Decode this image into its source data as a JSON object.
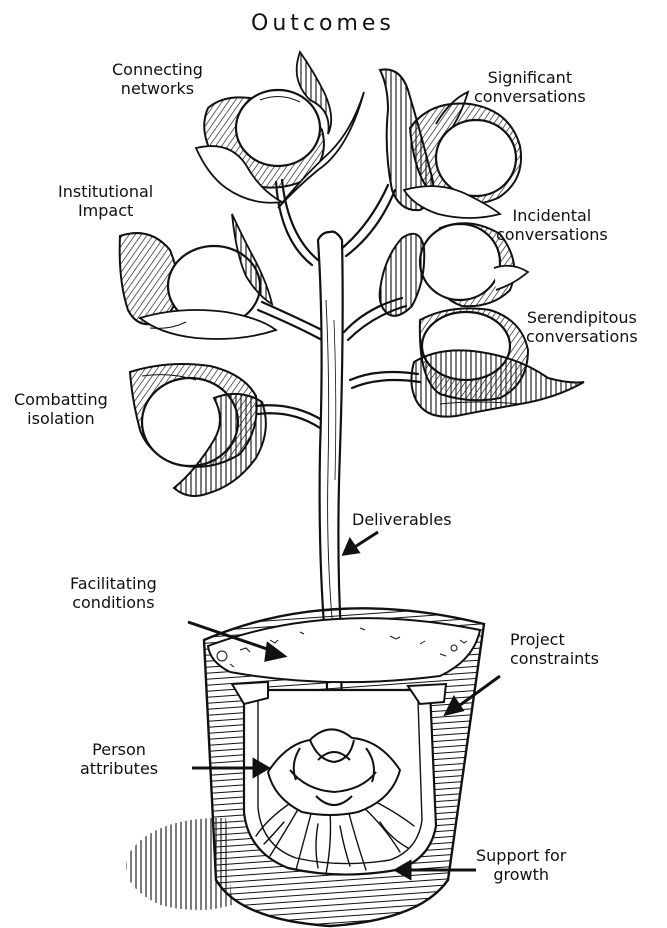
{
  "title": "Outcomes",
  "outcomes": {
    "connecting": [
      "Connecting",
      "networks"
    ],
    "significant": [
      "Significant",
      "conversations"
    ],
    "institutional": [
      "Institutional",
      "Impact"
    ],
    "incidental": [
      "Incidental",
      "conversations"
    ],
    "serendipitous": [
      "Serendipitous",
      "conversations"
    ],
    "isolation": [
      "Combatting",
      "isolation"
    ]
  },
  "parts": {
    "deliverables": "Deliverables",
    "facilitating": [
      "Facilitating",
      "conditions"
    ],
    "constraints": [
      "Project",
      "constraints"
    ],
    "person": [
      "Person",
      "attributes"
    ],
    "support": [
      "Support for",
      "growth"
    ]
  },
  "colors": {
    "ink": "#111111",
    "paper": "#ffffff"
  }
}
